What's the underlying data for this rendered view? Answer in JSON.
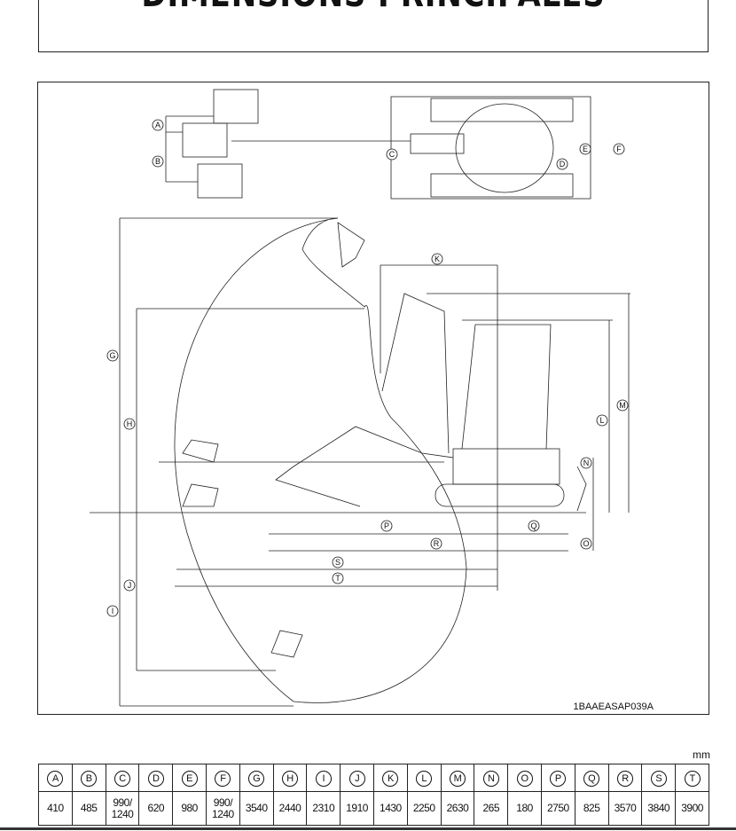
{
  "title": "DIMENSIONS PRINCIPALES",
  "figure_code": "1BAAEASAP039A",
  "unit": "mm",
  "labels": {
    "A": "A",
    "B": "B",
    "C": "C",
    "D": "D",
    "E": "E",
    "F": "F",
    "G": "G",
    "H": "H",
    "I": "I",
    "J": "J",
    "K": "K",
    "L": "L",
    "M": "M",
    "N": "N",
    "O": "O",
    "P": "P",
    "Q": "Q",
    "R": "R",
    "S": "S",
    "T": "T"
  },
  "table": {
    "headers": [
      "A",
      "B",
      "C",
      "D",
      "E",
      "F",
      "G",
      "H",
      "I",
      "J",
      "K",
      "L",
      "M",
      "N",
      "O",
      "P",
      "Q",
      "R",
      "S",
      "T"
    ],
    "values": [
      "410",
      "485",
      "990/\n1240",
      "620",
      "980",
      "990/\n1240",
      "3540",
      "2440",
      "2310",
      "1910",
      "1430",
      "2250",
      "2630",
      "265",
      "180",
      "2750",
      "825",
      "3570",
      "3840",
      "3900"
    ]
  }
}
